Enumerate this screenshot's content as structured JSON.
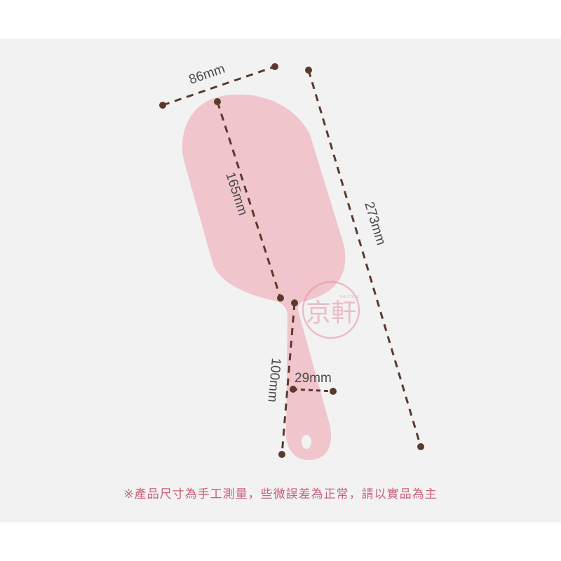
{
  "product": {
    "color": "#f0c5cc",
    "dimensions": {
      "head_width": "86mm",
      "total_length": "273mm",
      "head_length": "165mm",
      "handle_length": "100mm",
      "handle_width": "29mm"
    }
  },
  "dimension_line_color": "#5a3a2c",
  "watermark": {
    "text": "京軒",
    "sub": "THE STORE"
  },
  "note": "※產品尺寸為手工測量，些微誤差為正常，請以實品為主",
  "note_color": "#c8607a"
}
